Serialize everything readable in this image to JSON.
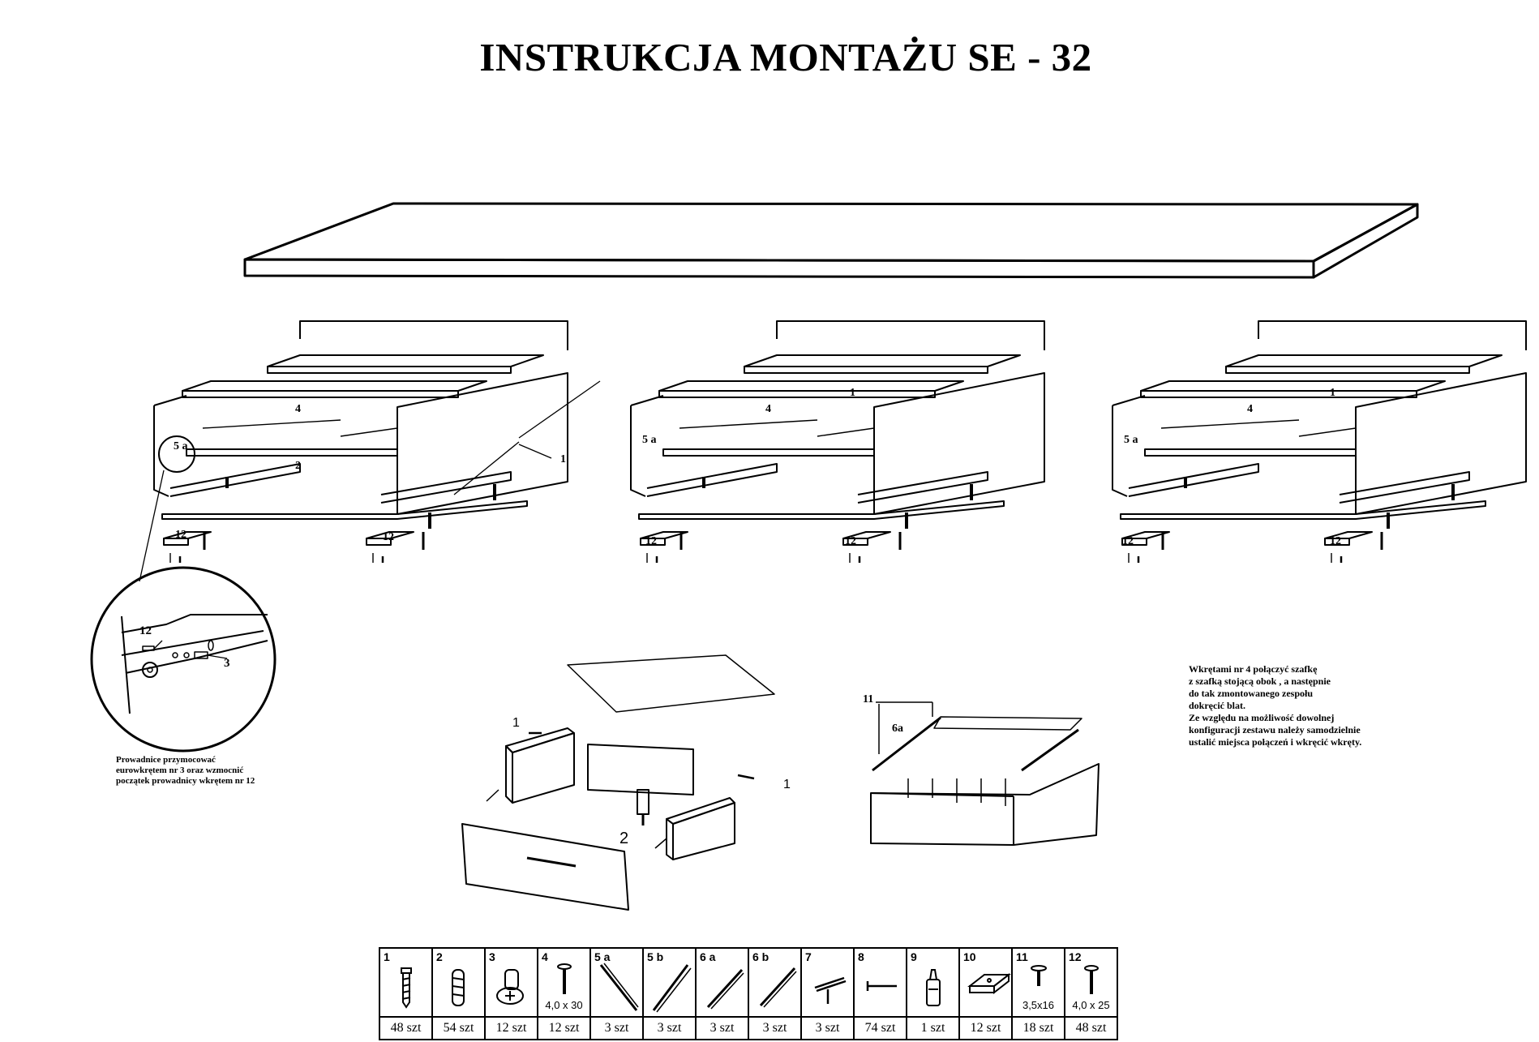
{
  "title": "INSTRUKCJA MONTAŻU  SE - 32",
  "callout": {
    "lines": [
      "Prowadnice przymocować",
      "eurowkrętem nr 3 oraz wzmocnić",
      "początek prowadnicy wkrętem nr 12"
    ],
    "detail_labels": {
      "a": "12",
      "b": "3"
    }
  },
  "note": {
    "lines": [
      "Wkrętami nr 4 połączyć szafkę",
      "z szafką stojącą obok , a następnie",
      "do tak zmontowanego zespołu",
      "dokręcić blat.",
      " Ze względu na możliwość dowolnej",
      " konfiguracji zestawu należy samodzielnie",
      " ustalić miejsca połączeń i wkręcić wkręty."
    ]
  },
  "cabinet_labels": {
    "left": {
      "top": "4",
      "side": "1",
      "slide": "5 a",
      "dowel": "2",
      "foot_left": "12",
      "foot_right": "12"
    },
    "middle": {
      "top": "4",
      "side": "1",
      "slide": "5 a",
      "foot_left": "12",
      "foot_right": "12"
    },
    "right": {
      "top": "4",
      "side": "1",
      "slide": "5 a",
      "foot_left": "12",
      "foot_right": "12"
    }
  },
  "drawer_labels": {
    "left_screw": "1",
    "right_screw": "1",
    "bottom": "2"
  },
  "drawer_slide_labels": {
    "screw": "11",
    "slide": "6a"
  },
  "parts": [
    {
      "num": "1",
      "count": "48 szt",
      "icon": "confirmat-screw-icon",
      "dim": ""
    },
    {
      "num": "2",
      "count": "54 szt",
      "icon": "wooden-dowel-icon",
      "dim": ""
    },
    {
      "num": "3",
      "count": "12 szt",
      "icon": "eccentric-cam-icon",
      "dim": ""
    },
    {
      "num": "4",
      "count": "12 szt",
      "icon": "connecting-screw-icon",
      "dim": "4,0 x 30"
    },
    {
      "num": "5 a",
      "count": "3 szt",
      "icon": "drawer-slide-left-icon",
      "dim": ""
    },
    {
      "num": "5 b",
      "count": "3 szt",
      "icon": "drawer-slide-right-icon",
      "dim": ""
    },
    {
      "num": "6 a",
      "count": "3 szt",
      "icon": "drawer-runner-left-icon",
      "dim": ""
    },
    {
      "num": "6 b",
      "count": "3 szt",
      "icon": "drawer-runner-right-icon",
      "dim": ""
    },
    {
      "num": "7",
      "count": "3 szt",
      "icon": "drawer-handle-icon",
      "dim": ""
    },
    {
      "num": "8",
      "count": "74 szt",
      "icon": "nail-icon",
      "dim": ""
    },
    {
      "num": "9",
      "count": "1 szt",
      "icon": "glue-bottle-icon",
      "dim": ""
    },
    {
      "num": "10",
      "count": "12 szt",
      "icon": "felt-pad-icon",
      "dim": ""
    },
    {
      "num": "11",
      "count": "18 szt",
      "icon": "short-screw-icon",
      "dim": "3,5x16"
    },
    {
      "num": "12",
      "count": "48 szt",
      "icon": "wood-screw-icon",
      "dim": "4,0 x 25"
    }
  ]
}
